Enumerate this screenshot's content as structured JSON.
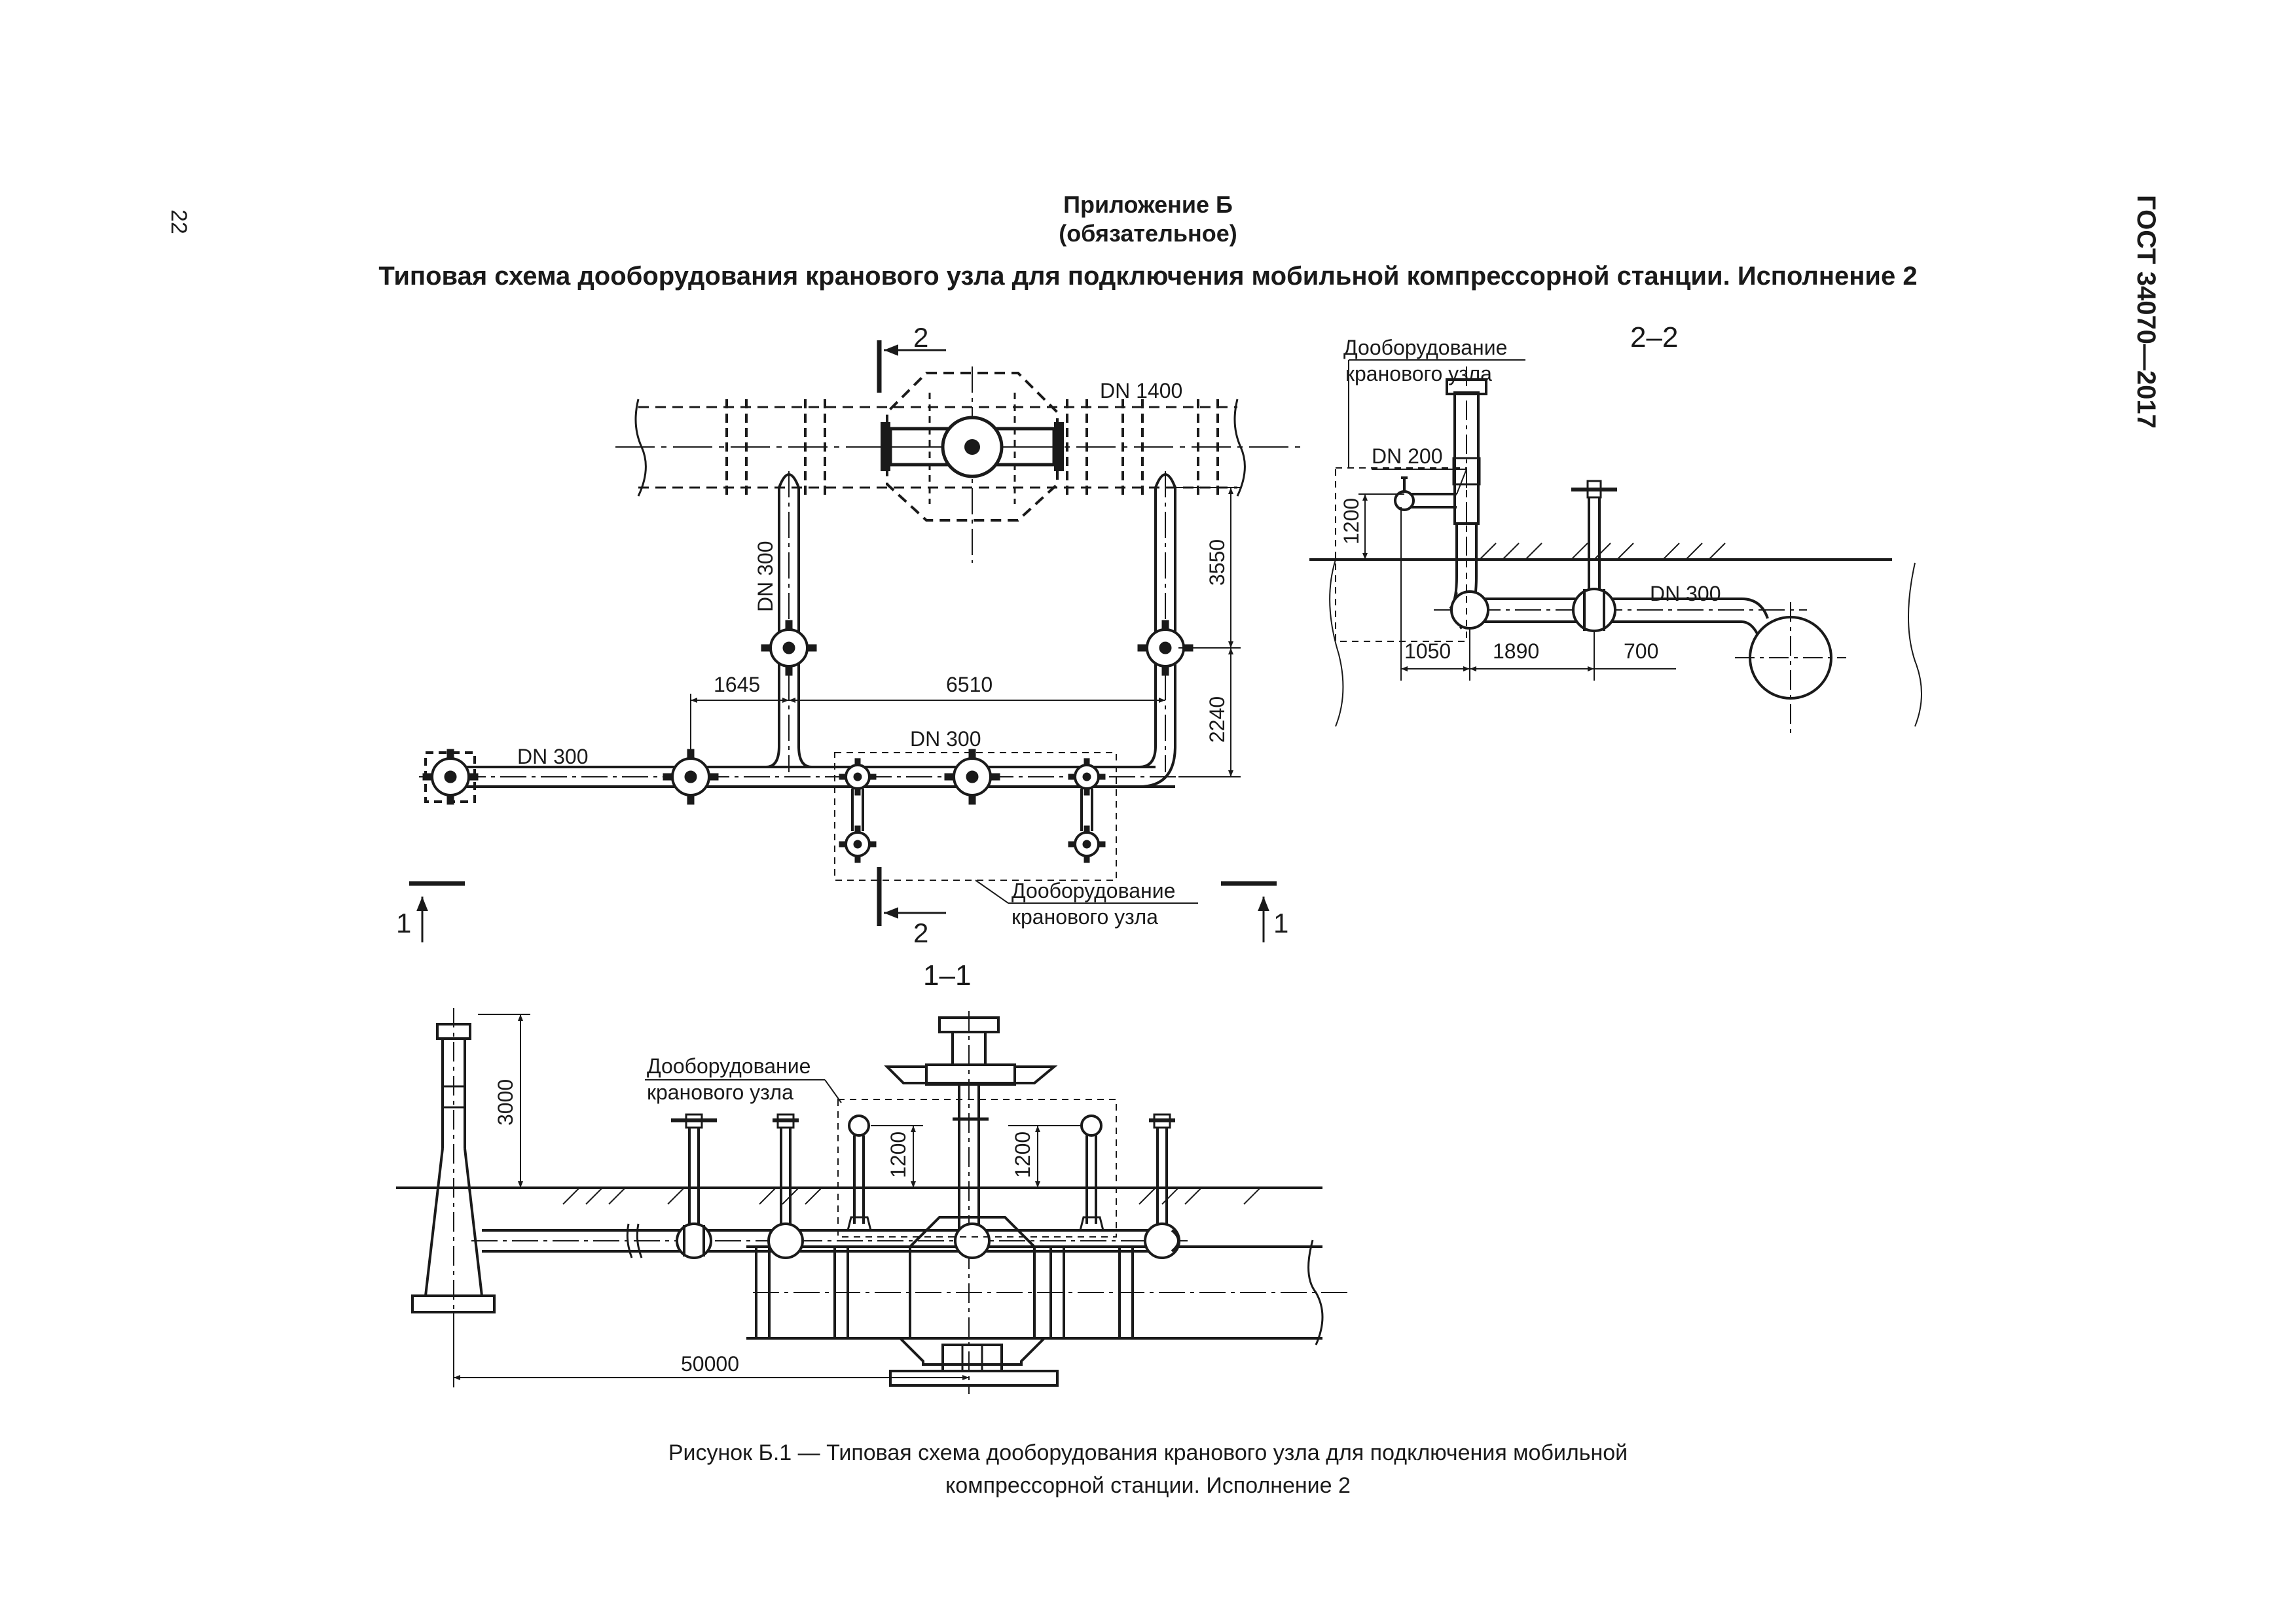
{
  "page": {
    "number": "22",
    "side_header": "ГОСТ 34070—2017"
  },
  "appendix": {
    "name": "Приложение Б",
    "status": "(обязательное)"
  },
  "title": "Типовая схема дооборудования кранового узла для подключения мобильной компрессорной станции. Исполнение 2",
  "caption": {
    "line1": "Рисунок Б.1 — Типовая схема дооборудования кранового узла для подключения мобильной",
    "line2": "компрессорной станции. Исполнение 2"
  },
  "plan": {
    "pipe_main": "DN 1400",
    "pipe_branch_vertical": "DN 300",
    "pipe_branch_left": "DN 300",
    "pipe_branch_bottom": "DN 300",
    "dim_1645": "1645",
    "dim_6510": "6510",
    "dim_3550": "3550",
    "dim_2240": "2240",
    "callout_line1": "Дооборудование",
    "callout_line2": "кранового узла",
    "section_2": "2",
    "section_1": "1"
  },
  "section_2_2": {
    "label": "2–2",
    "callout_line1": "Дооборудование",
    "callout_line2": "кранового узла",
    "pipe_dn200": "DN 200",
    "pipe_dn300": "DN 300",
    "dim_1200": "1200",
    "dim_1050": "1050",
    "dim_1890": "1890",
    "dim_700": "700"
  },
  "section_1_1": {
    "label": "1–1",
    "callout_line1": "Дооборудование",
    "callout_line2": "кранового узла",
    "dim_3000": "3000",
    "dim_1200_left": "1200",
    "dim_1200_right": "1200",
    "dim_50000": "50000"
  }
}
